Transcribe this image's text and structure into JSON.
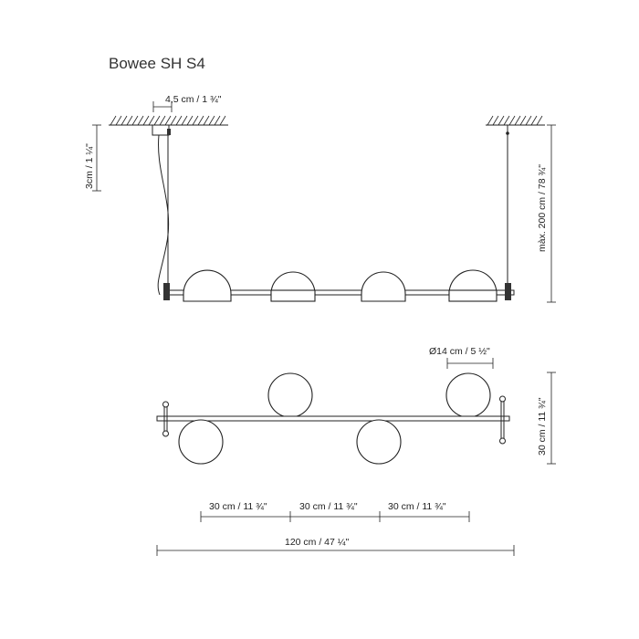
{
  "title": "Bowee SH S4",
  "dimensions": {
    "canopy_width": "4,5 cm / 1 ¾\"",
    "canopy_height": "3cm /  1 ¼\"",
    "max_height": "màx. 200 cm / 78 ¾\"",
    "globe_diameter": "Ø14 cm / 5 ½\"",
    "depth": "30 cm / 11 ¾\"",
    "spacing_1": "30 cm / 11 ¾\"",
    "spacing_2": "30 cm / 11 ¾\"",
    "spacing_3": "30 cm / 11 ¾\"",
    "total_length": "120 cm / 47 ¼\""
  }
}
